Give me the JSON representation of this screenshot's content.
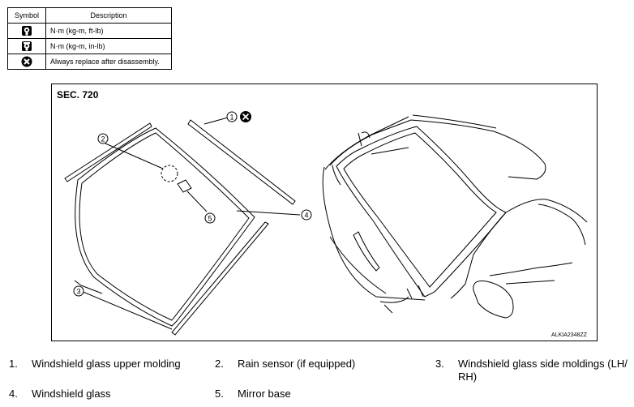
{
  "symbol_table": {
    "header_symbol": "Symbol",
    "header_description": "Description",
    "rows": [
      {
        "icon": "torque-wrench-ft-lb-icon",
        "description": "N·m (kg-m, ft-lb)"
      },
      {
        "icon": "torque-wrench-in-lb-icon",
        "description": "N·m (kg-m, in-lb)"
      },
      {
        "icon": "always-replace-icon",
        "description": "Always replace after disassembly."
      }
    ]
  },
  "diagram": {
    "section": "SEC. 720",
    "figure_code": "ALKIA2348ZZ",
    "callouts": [
      "1",
      "2",
      "3",
      "4",
      "5"
    ]
  },
  "legend": [
    {
      "number": "1.",
      "text": "Windshield glass upper molding"
    },
    {
      "number": "2.",
      "text": "Rain sensor (if equipped)"
    },
    {
      "number": "3.",
      "text": "Windshield glass side moldings (LH/ RH)"
    },
    {
      "number": "4.",
      "text": "Windshield glass"
    },
    {
      "number": "5.",
      "text": "Mirror base"
    }
  ]
}
